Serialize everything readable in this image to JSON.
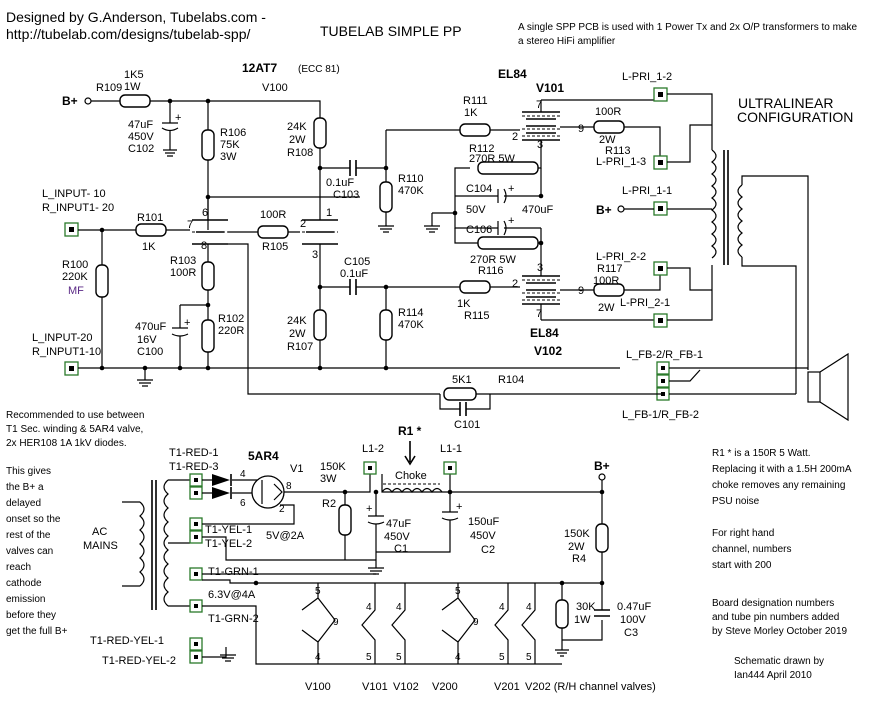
{
  "header": {
    "credit_line1": "Designed by G.Anderson, Tubelabs.com -",
    "credit_line2": "http://tubelab.com/designs/tubelab-spp/",
    "title": "TUBELAB SIMPLE PP",
    "desc_line1": "A single SPP PCB is used with 1 Power Tx and 2x O/P transformers to make",
    "desc_line2": "a stereo HiFi amplifier"
  },
  "tubes": {
    "v100_type": "12AT7",
    "v100_alt": "(ECC 81)",
    "v100_ref": "V100",
    "el84_top_type": "EL84",
    "el84_top_ref": "V101",
    "el84_bot_type": "EL84",
    "el84_bot_ref": "V102",
    "rect_type": "5AR4",
    "rect_ref": "V1"
  },
  "inputs": {
    "top_line1": "L_INPUT- 10",
    "top_line2": "R_INPUT1- 20",
    "bot_line1": "L_INPUT-20",
    "bot_line2": "R_INPUT1-10",
    "bplus": "B+"
  },
  "components": {
    "r109": "R109",
    "r109_val1": "1K5",
    "r109_val2": "1W",
    "c102_val1": "47uF",
    "c102_val2": "450V",
    "c102": "C102",
    "r106": "R106",
    "r106_val1": "75K",
    "r106_val2": "3W",
    "r101": "R101",
    "r101_val": "1K",
    "r100": "R100",
    "r100_val": "220K",
    "r100_mf": "MF",
    "r103": "R103",
    "r103_val": "100R",
    "r102": "R102",
    "r102_val": "220R",
    "c100_val1": "470uF",
    "c100_val2": "16V",
    "c100": "C100",
    "r105_val": "100R",
    "r105": "R105",
    "r108_val1": "24K",
    "r108_val2": "2W",
    "r108": "R108",
    "c103_val": "0.1uF",
    "c103": "C103",
    "r110": "R110",
    "r110_val": "470K",
    "c105": "C105",
    "c105_val": "0.1uF",
    "r114": "R114",
    "r114_val": "470K",
    "r107_val1": "24K",
    "r107_val2": "2W",
    "r107": "R107",
    "r111": "R111",
    "r111_val": "1K",
    "r112": "R112",
    "r112_val": "270R 5W",
    "c104": "C104",
    "c106": "C106",
    "c104_val1": "50V",
    "c104_val2": "470uF",
    "r116_val": "270R 5W",
    "r116": "R116",
    "r115_val": "1K",
    "r115": "R115",
    "r113_val1": "100R",
    "r113_val2": "2W",
    "r113": "R113",
    "r117": "R117",
    "r117_val1": "100R",
    "r117_val2": "2W",
    "r104_val": "5K1",
    "r104": "R104",
    "c101": "C101",
    "r2_val1": "150K",
    "r2_val2": "3W",
    "r2": "R2",
    "c1_val1": "47uF",
    "c1_val2": "450V",
    "c1": "C1",
    "c2_val1": "150uF",
    "c2_val2": "450V",
    "c2": "C2",
    "r4_val1": "150K",
    "r4_val2": "2W",
    "r4": "R4",
    "c3_val1": "0.47uF",
    "c3_val2": "100V",
    "c3": "C3",
    "r30k_val1": "30K",
    "r30k_val2": "1W",
    "r1": "R1 *",
    "choke": "Choke",
    "l1_2": "L1-2",
    "l1_1": "L1-1"
  },
  "pins": {
    "p7a": "7",
    "p6": "6",
    "p8": "8",
    "p2a": "2",
    "p1a": "1",
    "p3a": "3",
    "p7b": "7",
    "p2b": "2",
    "p9b": "9",
    "p3b": "3",
    "p3c": "3",
    "p2c": "2",
    "p9c": "9",
    "p7c": "7",
    "r_p4": "4",
    "r_p8": "8",
    "r_p6": "6",
    "r_p2": "2"
  },
  "output": {
    "ul_line1": "ULTRALINEAR",
    "ul_line2": "CONFIGURATION",
    "l_pri_1_2": "L-PRI_1-2",
    "l_pri_1_3": "L-PRI_1-3",
    "l_pri_1_1": "L-PRI_1-1",
    "bplus": "B+",
    "l_pri_2_2": "L-PRI_2-2",
    "l_pri_2_1": "L-PRI_2-1",
    "fb_top": "L_FB-2/R_FB-1",
    "fb_bot": "L_FB-1/R_FB-2"
  },
  "psu": {
    "note_line1": "Recommended to use between",
    "note_line2": "T1 Sec. winding & 5AR4 valve,",
    "note_line3": "2x HER108 1A 1kV diodes.",
    "delay_lines": [
      "This gives",
      "the B+ a",
      "delayed",
      "onset so the",
      "rest of the",
      "valves can",
      "reach",
      "cathode",
      "emission",
      "before they",
      "get the full B+"
    ],
    "ac_line1": "AC",
    "ac_line2": "MAINS",
    "t1_red_1": "T1-RED-1",
    "t1_red_3": "T1-RED-3",
    "t1_yel_1": "T1-YEL-1",
    "t1_yel_2": "T1-YEL-2",
    "v5_2a": "5V@2A",
    "t1_grn_1": "T1-GRN-1",
    "v63_4a": "6.3V@4A",
    "t1_grn_2": "T1-GRN-2",
    "t1_red_yel_1": "T1-RED-YEL-1",
    "t1_red_yel_2": "T1-RED-YEL-2",
    "bplus": "B+"
  },
  "heaters": {
    "v100": "V100",
    "v101": "V101",
    "v102": "V102",
    "v200": "V200",
    "v201": "V201",
    "v202": "V202 (R/H channel valves)",
    "h5": "5",
    "h9": "9",
    "h4": "4"
  },
  "notes": {
    "r1_line1": "R1 * is a 150R 5 Watt.",
    "r1_line2": "Replacing it with a 1.5H 200mA",
    "r1_line3": "choke removes any remaining",
    "r1_line4": "PSU noise",
    "rh_line1": "For right hand",
    "rh_line2": "channel, numbers",
    "rh_line3": "start with 200",
    "board_line1": "Board designation numbers",
    "board_line2": "and tube pin numbers added",
    "board_line3": "by Steve Morley  October 2019",
    "drawn_line1": "Schematic drawn by",
    "drawn_line2": "Ian444 April 2010"
  }
}
